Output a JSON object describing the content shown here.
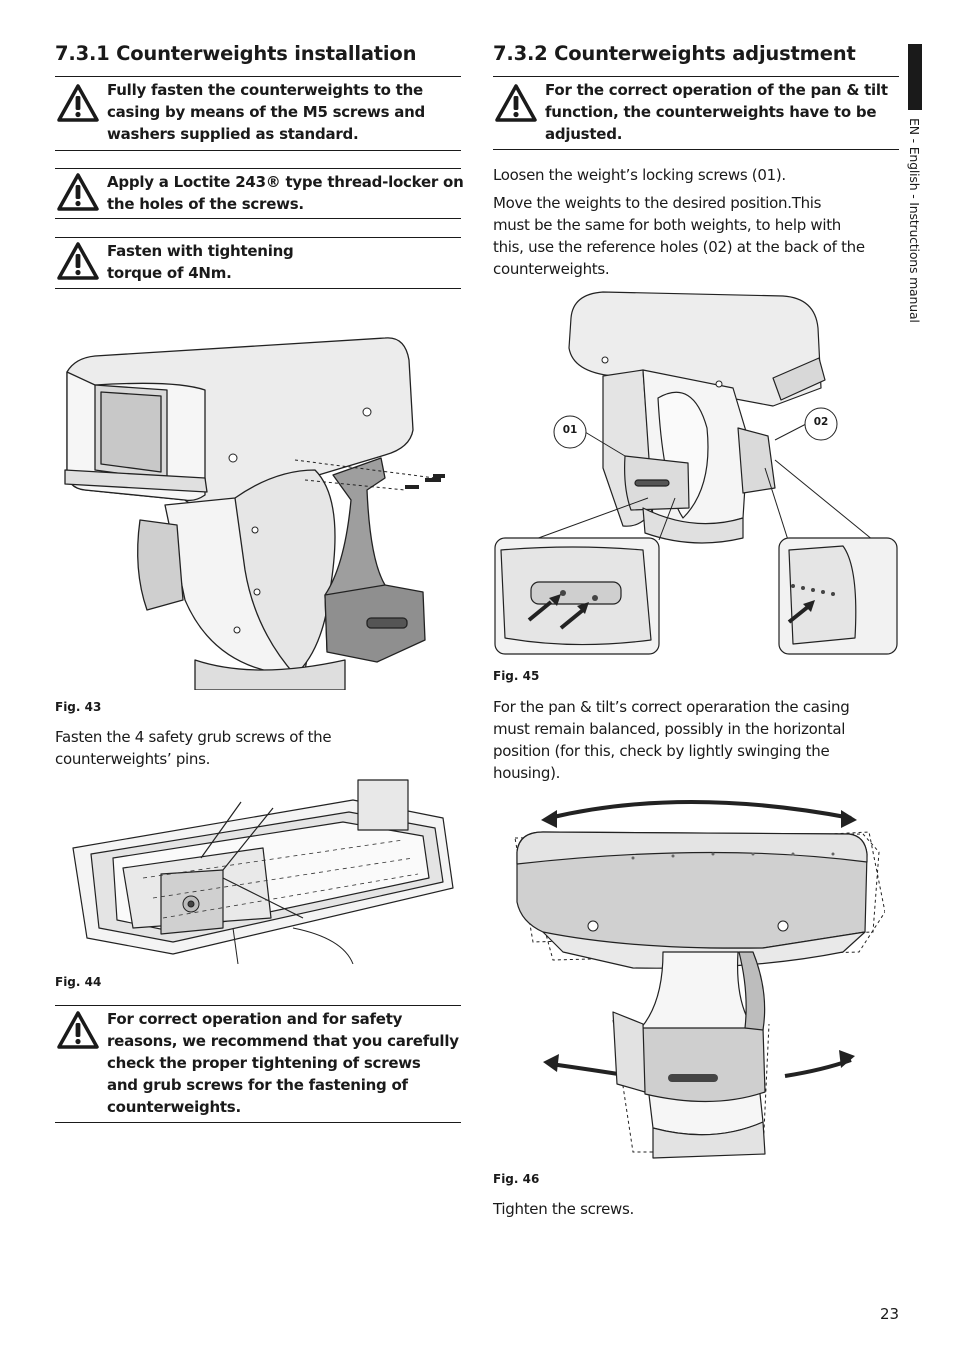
{
  "side_tab": {
    "label": "EN - English - Instructions manual"
  },
  "page_number": "23",
  "left": {
    "heading": "7.3.1 Counterweights installation",
    "warning_1": [
      "Fully fasten the counterweights to the",
      "casing by means of the M5 screws and",
      "washers supplied as standard."
    ],
    "warning_2": [
      "Apply a Loctite 243® type thread-locker on",
      "the holes of the screws."
    ],
    "warning_3": [
      "Fasten with tightening",
      "torque of 4Nm."
    ],
    "fig43_label": "Fig. 43",
    "grub_text": [
      "Fasten the 4 safety grub screws of the",
      "counterweights’ pins."
    ],
    "fig44_label": "Fig. 44",
    "warning_4": [
      "For correct operation and for safety",
      "reasons, we recommend that you carefully",
      "check the proper tightening of screws",
      "and grub screws for the fastening of",
      "counterweights."
    ]
  },
  "right": {
    "heading": "7.3.2 Counterweights adjustment",
    "warning_1": [
      "For the correct operation of the pan & tilt",
      "function, the counterweights have to be",
      "adjusted."
    ],
    "loosen_text": "Loosen the weight’s locking screws (01).",
    "move_text": [
      "Move the weights to the desired position.This",
      "must be the same for both weights, to help with",
      "this, use the reference holes (02) at the back of the",
      "counterweights."
    ],
    "callout_01": "01",
    "callout_02": "02",
    "fig45_label": "Fig. 45",
    "balance_text": [
      "For the pan & tilt’s correct operaration the casing",
      "must remain balanced, possibly in the horizontal",
      "position (for this, check by lightly swinging the",
      "housing)."
    ],
    "fig46_label": "Fig. 46",
    "tighten_text": "Tighten the screws."
  },
  "colors": {
    "text": "#1a1a1a",
    "figure_fill": "#e6e6e6",
    "figure_dark": "#9a9a9a"
  },
  "icons": [
    "warning-triangle-icon",
    "arrow-icon"
  ]
}
